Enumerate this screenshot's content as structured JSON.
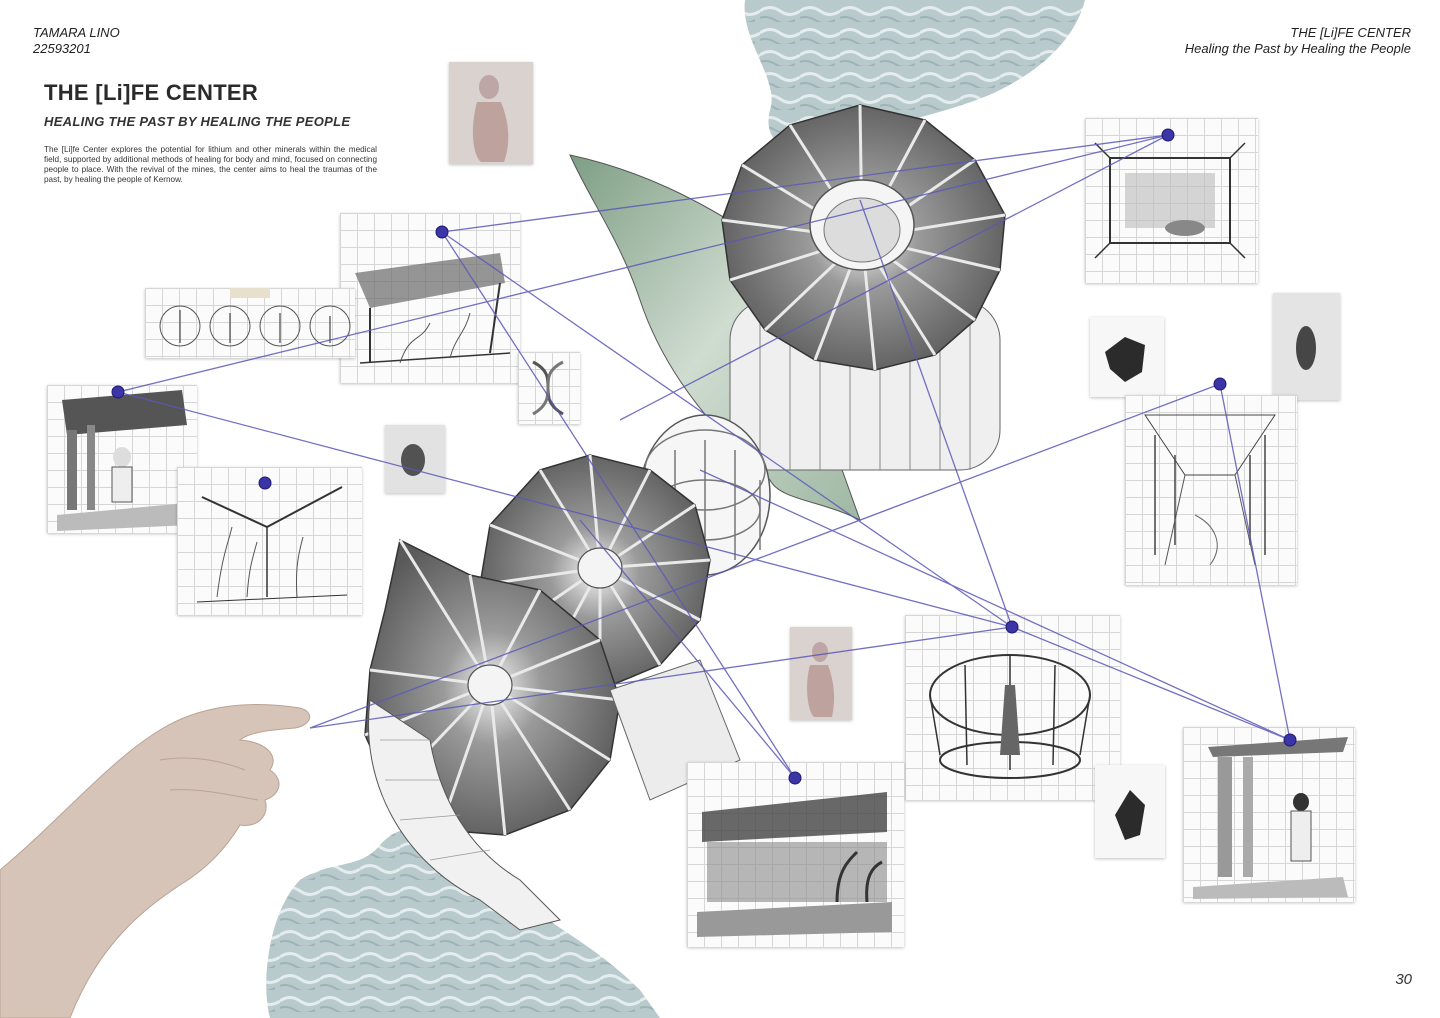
{
  "header": {
    "author_name": "TAMARA LINO",
    "student_id": "22593201",
    "project_title": "THE [Li]FE CENTER",
    "project_tagline": "Healing the Past by Healing the People"
  },
  "intro": {
    "title": "THE [Li]FE CENTER",
    "subtitle": "HEALING THE PAST BY HEALING THE PEOPLE",
    "description": "The [Li]fe Center explores the potential for lithium and other minerals within the medical field, supported by additional methods of healing for body and mind, focused on connecting people to place. With the revival of the mines, the center aims to heal the traumas of the past, by healing the people of Kernow."
  },
  "page": {
    "number": "30"
  },
  "colors": {
    "pin": "#3b35a8",
    "thread": "#5c58b8",
    "water": "#b7c7ca",
    "sketch": "#444444"
  }
}
